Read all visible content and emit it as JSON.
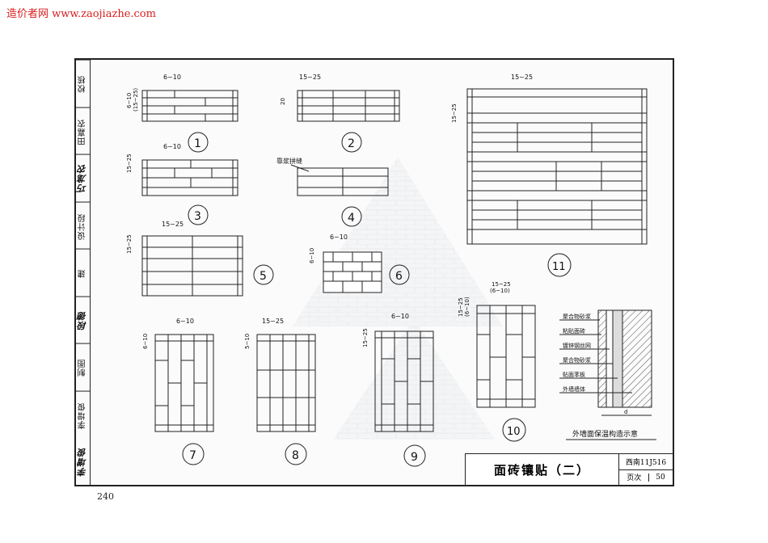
{
  "watermark": "造价者网 www.zaojiazhe.com",
  "sidebar": [
    "校核",
    "田嘉农",
    "设计",
    "段",
    "建",
    "制图",
    "李增俊",
    "ㄐ"
  ],
  "sidebar_cells": [
    {
      "text": "校核",
      "sig": false
    },
    {
      "text": "田嘉农",
      "sig": false
    },
    {
      "text": "巧尨农",
      "sig": true
    },
    {
      "text": "设计段",
      "sig": false
    },
    {
      "text": "建",
      "sig": false
    },
    {
      "text": "段德",
      "sig": true
    },
    {
      "text": "制图",
      "sig": false
    },
    {
      "text": "李增俊",
      "sig": false
    },
    {
      "text": "李增俊",
      "sig": true
    }
  ],
  "dims": {
    "d1": "6~10",
    "d1b": "6~10",
    "d1c": "(15~25)",
    "d2": "15~25",
    "d2b": "20",
    "d3": "6~10",
    "d3b": "15~25",
    "d4": "15~25",
    "d4b": "15~25",
    "d5": "靠浆拼缝",
    "d6": "6~10",
    "d6b": "6~10",
    "d7": "6~10",
    "d7b": "6~10",
    "d8": "15~25",
    "d8b": "5~10",
    "d9": "6~10",
    "d9b": "15~25",
    "d10": "15~25",
    "d10b": "(6~10)",
    "d10c": "15~25",
    "d10d": "(6~10)",
    "d11": "15~25",
    "d11b": "15~25"
  },
  "numbers": [
    "1",
    "2",
    "3",
    "4",
    "5",
    "6",
    "7",
    "8",
    "9",
    "10",
    "11"
  ],
  "section": {
    "labels": [
      "聚合物砂浆",
      "粘贴面砖",
      "镀锌钢丝网",
      "聚合物砂浆",
      "贴面苯板",
      "外墙墙体"
    ],
    "caption": "外墙面保温构造示意",
    "dim": "d"
  },
  "title": {
    "main": "面砖镶贴（二）",
    "atlas": "西南11J516",
    "page_label": "页次",
    "page_value": "50"
  },
  "page_number": "240"
}
